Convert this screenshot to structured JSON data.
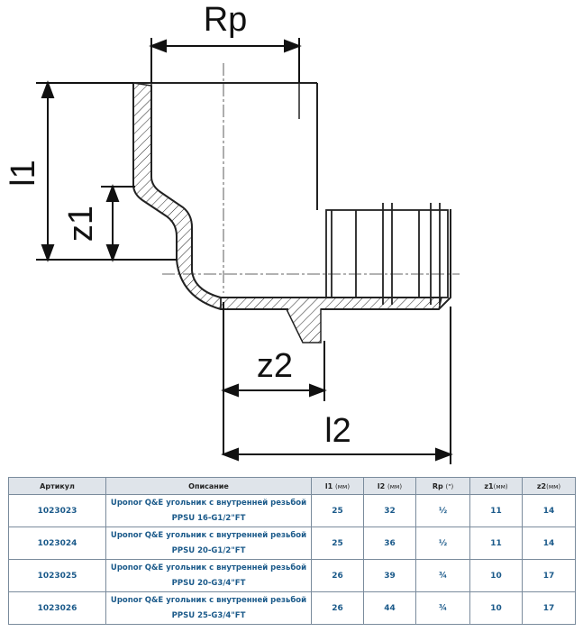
{
  "drawing": {
    "dims": {
      "rp": "Rp",
      "l1": "l1",
      "z1": "z1",
      "z2": "z2",
      "l2": "l2"
    }
  },
  "table": {
    "headers": {
      "article": "Артикул",
      "description": "Описание",
      "l1": "l1",
      "l1_unit": "(мм)",
      "l2": "l2",
      "l2_unit": "(мм)",
      "rp": "Rp",
      "rp_unit": "(\")",
      "z1": "z1",
      "z1_unit": "(мм)",
      "z2": "z2",
      "z2_unit": "(мм)"
    },
    "rows": [
      {
        "article": "1023023",
        "desc_line1": "Uponor Q&E угольник с внутренней резьбой",
        "desc_line2": "PPSU 16-G1/2\"FT",
        "l1": "25",
        "l2": "32",
        "rp": "½",
        "z1": "11",
        "z2": "14"
      },
      {
        "article": "1023024",
        "desc_line1": "Uponor Q&E угольник с внутренней резьбой",
        "desc_line2": "PPSU 20-G1/2\"FT",
        "l1": "25",
        "l2": "36",
        "rp": "½",
        "z1": "11",
        "z2": "14"
      },
      {
        "article": "1023025",
        "desc_line1": "Uponor Q&E угольник с внутренней резьбой",
        "desc_line2": "PPSU 20-G3/4\"FT",
        "l1": "26",
        "l2": "39",
        "rp": "¾",
        "z1": "10",
        "z2": "17"
      },
      {
        "article": "1023026",
        "desc_line1": "Uponor Q&E угольник с внутренней резьбой",
        "desc_line2": "PPSU 25-G3/4\"FT",
        "l1": "26",
        "l2": "44",
        "rp": "¾",
        "z1": "10",
        "z2": "17"
      }
    ]
  }
}
